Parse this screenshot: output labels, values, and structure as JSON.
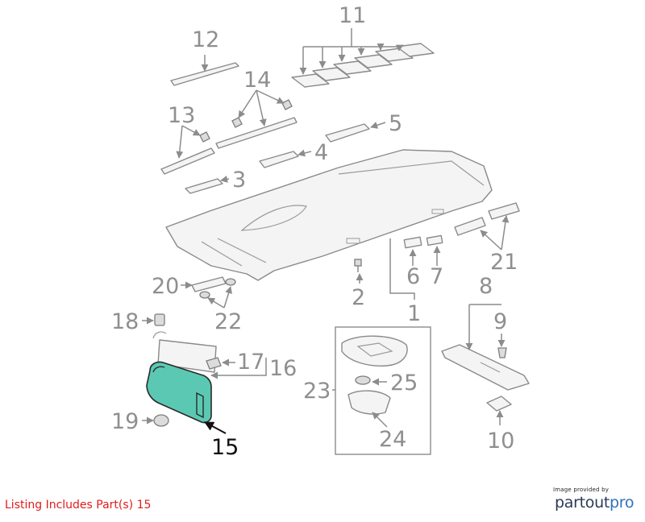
{
  "callouts": {
    "n1": "1",
    "n2": "2",
    "n3": "3",
    "n4": "4",
    "n5": "5",
    "n6": "6",
    "n7": "7",
    "n8": "8",
    "n9": "9",
    "n10": "10",
    "n11": "11",
    "n12": "12",
    "n13": "13",
    "n14": "14",
    "n15": "15",
    "n16": "16",
    "n17": "17",
    "n18": "18",
    "n19": "19",
    "n20": "20",
    "n21": "21",
    "n22": "22",
    "n23": "23",
    "n24": "24",
    "n25": "25"
  },
  "footer": {
    "listing_text": "Listing Includes Part(s) 15",
    "credit_text": "Image provided by",
    "brand_main": "partout",
    "brand_accent": "pro"
  },
  "colors": {
    "highlight": "#5bc8b4",
    "listing_text": "#e31b1b",
    "brand": "#2f72b8"
  }
}
